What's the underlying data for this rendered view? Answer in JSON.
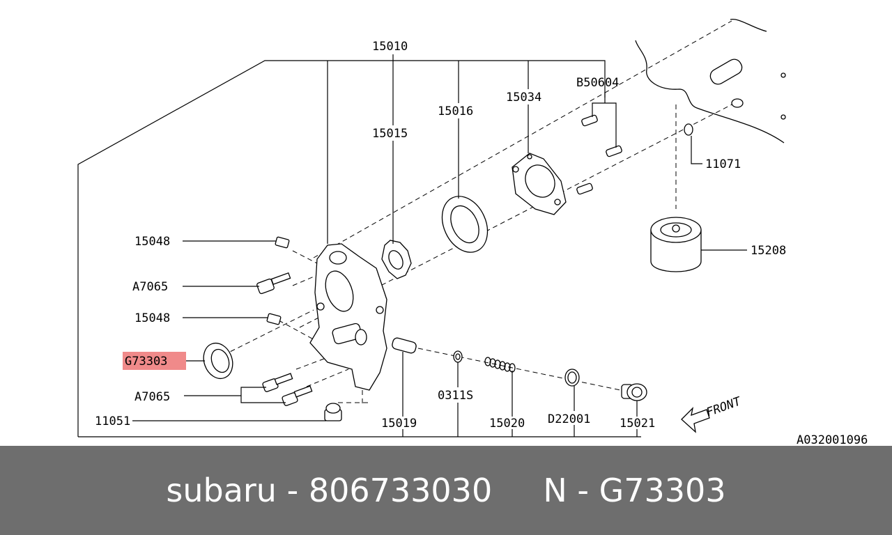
{
  "colors": {
    "highlight": "#f08a8a",
    "footer_bg": "#6e6e6e",
    "footer_text": "#ffffff",
    "line": "#000000"
  },
  "labels": {
    "p15010": "15010",
    "p15015": "15015",
    "p15016": "15016",
    "p15034": "15034",
    "pB50604": "B50604",
    "p11071": "11071",
    "p15208": "15208",
    "p15048_top": "15048",
    "pA7065_top": "A7065",
    "p15048_mid": "15048",
    "pG73303": "G73303",
    "pA7065_bot": "A7065",
    "p11051": "11051",
    "p15019": "15019",
    "p0311S": "0311S",
    "p15020": "15020",
    "pD22001": "D22001",
    "p15021": "15021",
    "front": "FRONT",
    "diagram_code": "A032001096"
  },
  "footer": {
    "brand": "subaru",
    "sep1": " - ",
    "part_number": "806733030",
    "gap": "     ",
    "prefix": "N",
    "sep2": " - ",
    "code": "G73303"
  }
}
